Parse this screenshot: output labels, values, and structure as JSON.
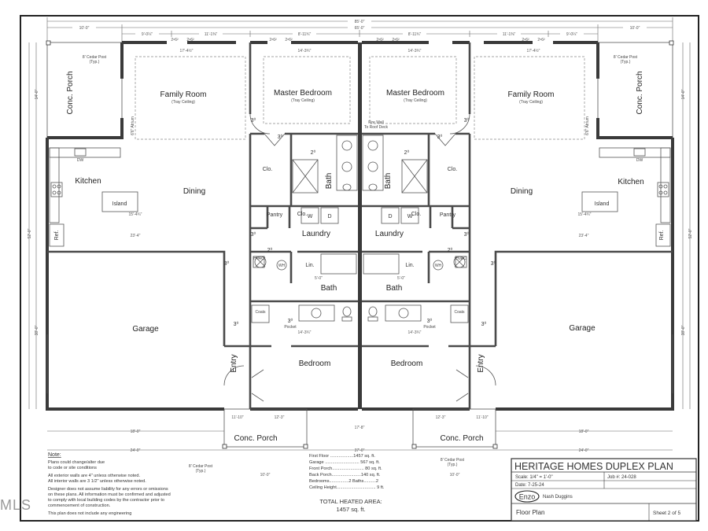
{
  "plan": {
    "rooms": {
      "porch": "Conc. Porch",
      "family_room": "Family Room",
      "tray_ceiling": "(Tray Ceiling)",
      "master_bedroom": "Master Bedroom",
      "kitchen": "Kitchen",
      "island": "Island",
      "dining": "Dining",
      "ref": "Ref.",
      "garage": "Garage",
      "entry": "Entry",
      "bedroom": "Bedroom",
      "bath": "Bath",
      "laundry": "Laundry",
      "closet": "Clo.",
      "pantry": "Pantry",
      "linen": "Lin.",
      "washer": "W",
      "dryer": "D",
      "water_heater": "WH",
      "hvac": "HVAC",
      "coats": "Coats",
      "dishwasher": "DW",
      "atrium": "6'6\" Atrium",
      "pocket": "Pocket"
    },
    "door_3": "3⁰",
    "door_2": "2⁰",
    "fire_wall": "Fire Wall",
    "roof_deck": "To Roof Deck",
    "cedar_post": "8' Cedar Post",
    "typ": "(Typ.)"
  },
  "dimensions": {
    "overall_width": "85'-0\"",
    "porch_width": "10'-0\"",
    "house_width": "65'-0\"",
    "d_9_0": "9'-0¼\"",
    "d_11_1": "11'-1⅜\"",
    "d_8_11": "8'-11¾\"",
    "window": "2⁸6²",
    "family_width": "17'-4½\"",
    "master_width": "14'-3¾\"",
    "overall_depth": "52'-0\"",
    "porch_depth": "14'-0\"",
    "garage_depth": "38'-0\"",
    "garage_width": "23'-4\"",
    "garage_bottom": "18'-0\"",
    "bottom_unit": "24'-0\"",
    "bottom_center": "37'-0\"",
    "front_porch": "10'-0\"",
    "dining_width": "15'-4¾\"",
    "bath_dim": "5'-0\"",
    "bed_height": "11'-10\"",
    "bed_width": "14'-3¾\"",
    "porch_front": "12'-3\"",
    "porch_post": "17'-8\""
  },
  "notes": {
    "heading": "Note:",
    "line1": "Plans could change/alter due",
    "line2": "to code or site conditions",
    "line3": "All exterior walls are 4\" unless otherwise noted.",
    "line4": "All interior walls are 3 1/2\" unless otherwise noted.",
    "line5": "Designer does not assume liability for any errors or omissions",
    "line6": "on these plans. All information must be confirmed and adjusted",
    "line7": "to comply with local building codes by the contractor prior to",
    "line8": "commencement of construction.",
    "line9": "This plan does not include any engineering"
  },
  "areas": {
    "first_floor": "First Floor ...................1457 sq. ft.",
    "garage": "Garage ............................ 567 sq. ft.",
    "front_porch": "Front Porch.......................... 80 sq. ft.",
    "back_porch": "Back Porch........................140 sq. ft.",
    "bed_bath": "Bedrooms................2  Baths..........2",
    "ceiling": "Ceiling Height................................ 9 ft.",
    "total_label": "TOTAL HEATED AREA:",
    "total_value": "1457 sq. ft."
  },
  "title_block": {
    "title": "HERITAGE HOMES DUPLEX PLAN",
    "scale": "Scale: 1/4\" = 1'-0\"",
    "job": "Job #: 24-028",
    "date": "Date: 7-25-24",
    "logo": "Enzo",
    "designer": "Nash Duggins",
    "sheet_name": "Floor Plan",
    "sheet_num": "Sheet 2 of 5"
  },
  "watermark": "MLS"
}
